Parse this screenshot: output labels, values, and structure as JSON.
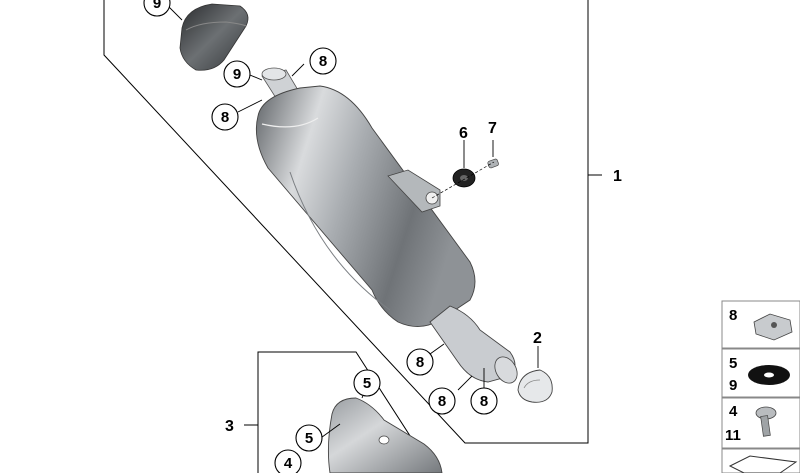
{
  "diagram": {
    "callouts": {
      "c9_top": "9",
      "c9_mid": "9",
      "c8_topright": "8",
      "c8_left": "8",
      "c8_lowleft": "8",
      "c8_bottom_a": "8",
      "c8_bottom_b": "8",
      "c5_upper": "5",
      "c5_lower": "5",
      "c4": "4"
    },
    "labels": {
      "part_1": "1",
      "part_2": "2",
      "part_3": "3",
      "part_6": "6",
      "part_7": "7"
    },
    "legend": {
      "rows": [
        {
          "numbers": [
            "8"
          ],
          "icon": "clip-nut-icon"
        },
        {
          "numbers": [
            "5",
            "9"
          ],
          "icon": "washer-icon"
        },
        {
          "numbers": [
            "4",
            "11"
          ],
          "icon": "screw-icon"
        },
        {
          "numbers": [],
          "icon": "tag-icon"
        }
      ]
    }
  }
}
